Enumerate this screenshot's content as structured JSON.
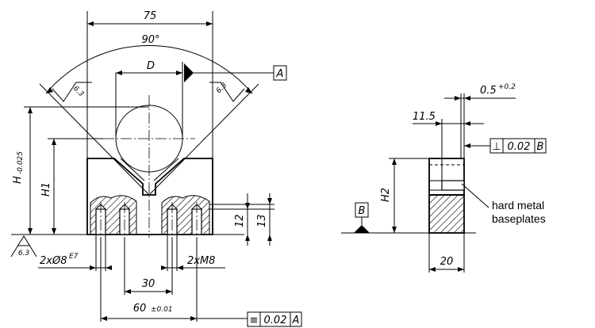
{
  "front_view": {
    "dim_width": "75",
    "dim_angle": "90°",
    "dim_d": "D",
    "datum_a": "A",
    "roughness_left": "6.3",
    "roughness_right": "6.3",
    "roughness_base": "6.3",
    "dim_h": "H",
    "dim_h_tol": "-0.025",
    "dim_h1": "H1",
    "dim_12": "12",
    "dim_13": "13",
    "hole_callout": "2xØ8",
    "hole_fit": "E7",
    "thread_callout": "2xM8",
    "dim_30": "30",
    "dim_60": "60",
    "dim_60_tol": "±0.01",
    "symmetry_symbol": "≡",
    "symmetry_value": "0.02",
    "symmetry_datum": "A"
  },
  "side_view": {
    "dim_slot": "0.5",
    "dim_slot_tol": "+0.2",
    "dim_11_5": "11.5",
    "perp_symbol": "⊥",
    "perp_value": "0.02",
    "perp_datum": "B",
    "datum_b": "B",
    "dim_h2": "H2",
    "dim_20": "20",
    "note_line1": "hard metal",
    "note_line2": "baseplates"
  }
}
